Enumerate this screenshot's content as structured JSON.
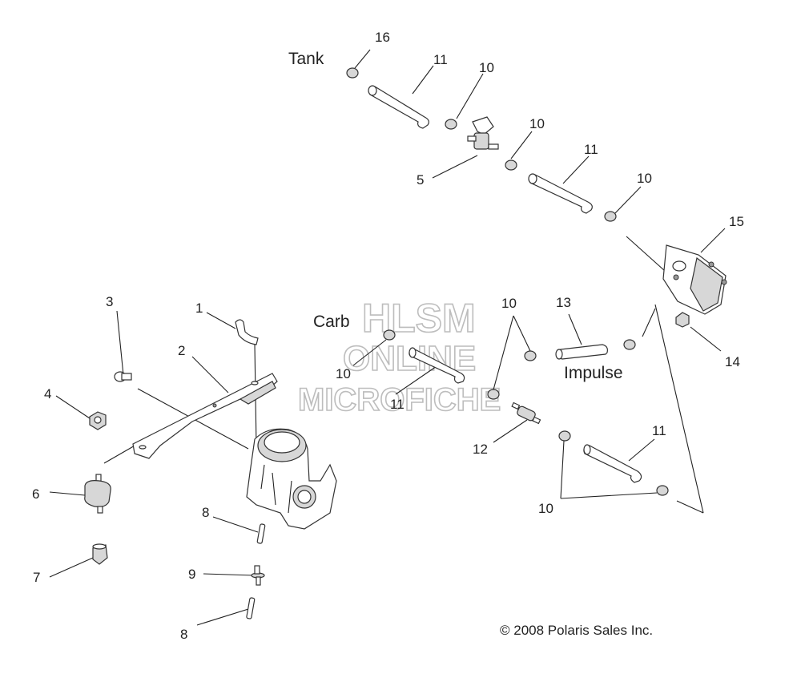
{
  "labels": {
    "tank": "Tank",
    "carb": "Carb",
    "impulse": "Impulse",
    "copyright": "© 2008 Polaris Sales Inc."
  },
  "watermark": {
    "line1": "HLSM",
    "line2": "ONLINE",
    "line3": "MICROFICHE"
  },
  "callouts": {
    "c1": "1",
    "c2": "2",
    "c3": "3",
    "c4": "4",
    "c5": "5",
    "c6": "6",
    "c7": "7",
    "c8a": "8",
    "c8b": "8",
    "c9": "9",
    "c10a": "10",
    "c10b": "10",
    "c10c": "10",
    "c10d": "10",
    "c10e": "10",
    "c10f": "10",
    "c11a": "11",
    "c11b": "11",
    "c11c": "11",
    "c11d": "11",
    "c12": "12",
    "c13": "13",
    "c14": "14",
    "c15": "15",
    "c16": "16"
  }
}
